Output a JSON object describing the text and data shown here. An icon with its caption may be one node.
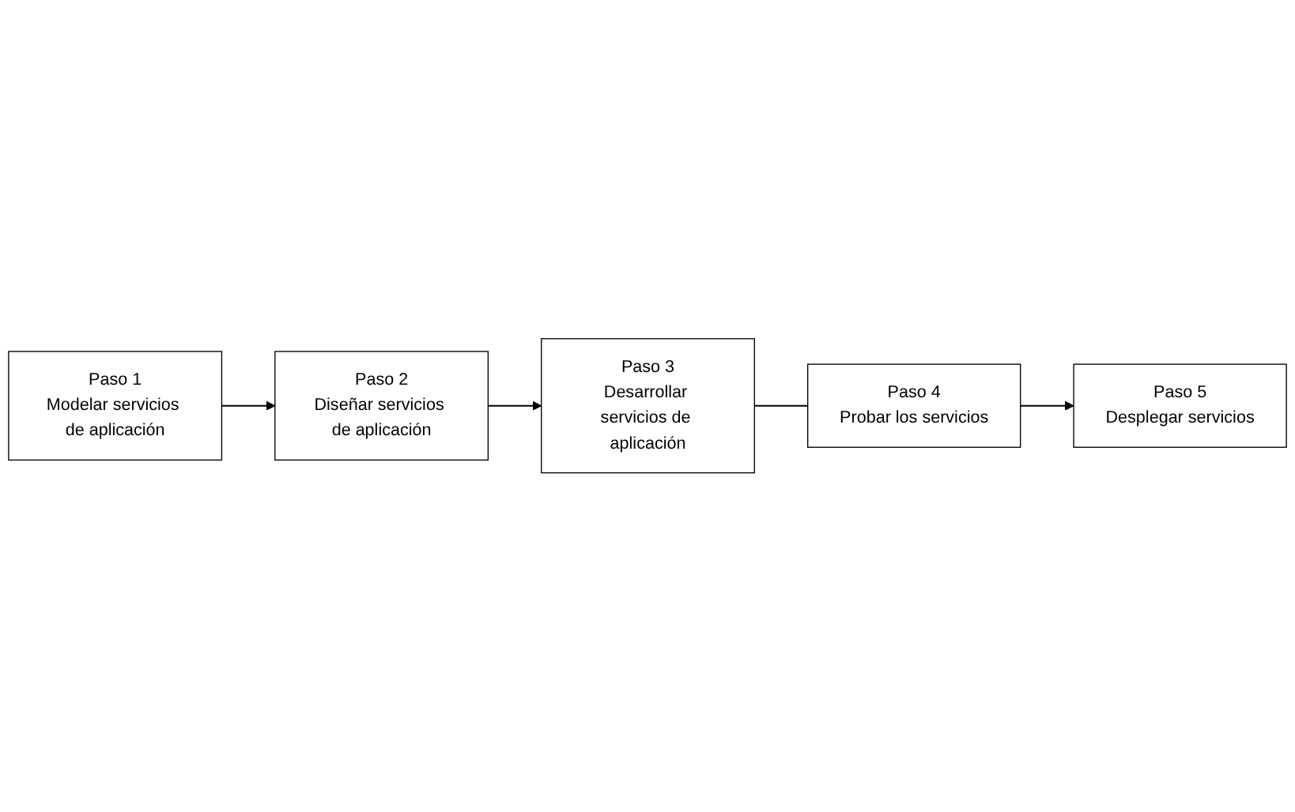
{
  "diagram": {
    "nodes": [
      {
        "text": [
          "Paso 1",
          "Modelar servicios de aplicación"
        ]
      },
      {
        "text": [
          "Paso 2",
          "Diseñar servicios de aplicación"
        ]
      },
      {
        "text": [
          "Paso 3",
          "Desarrollar servicios de aplicación"
        ]
      },
      {
        "text": [
          "Paso 4",
          "Probar los servicios"
        ]
      },
      {
        "text": [
          "Paso 5",
          "Desplegar servicios"
        ]
      }
    ],
    "edges": [
      {
        "from": 0,
        "to": 1,
        "arrow": "to"
      },
      {
        "from": 1,
        "to": 2,
        "arrow": "to"
      },
      {
        "from": 2,
        "to": 3,
        "arrow": "none"
      },
      {
        "from": 3,
        "to": 4,
        "arrow": "to"
      }
    ]
  }
}
